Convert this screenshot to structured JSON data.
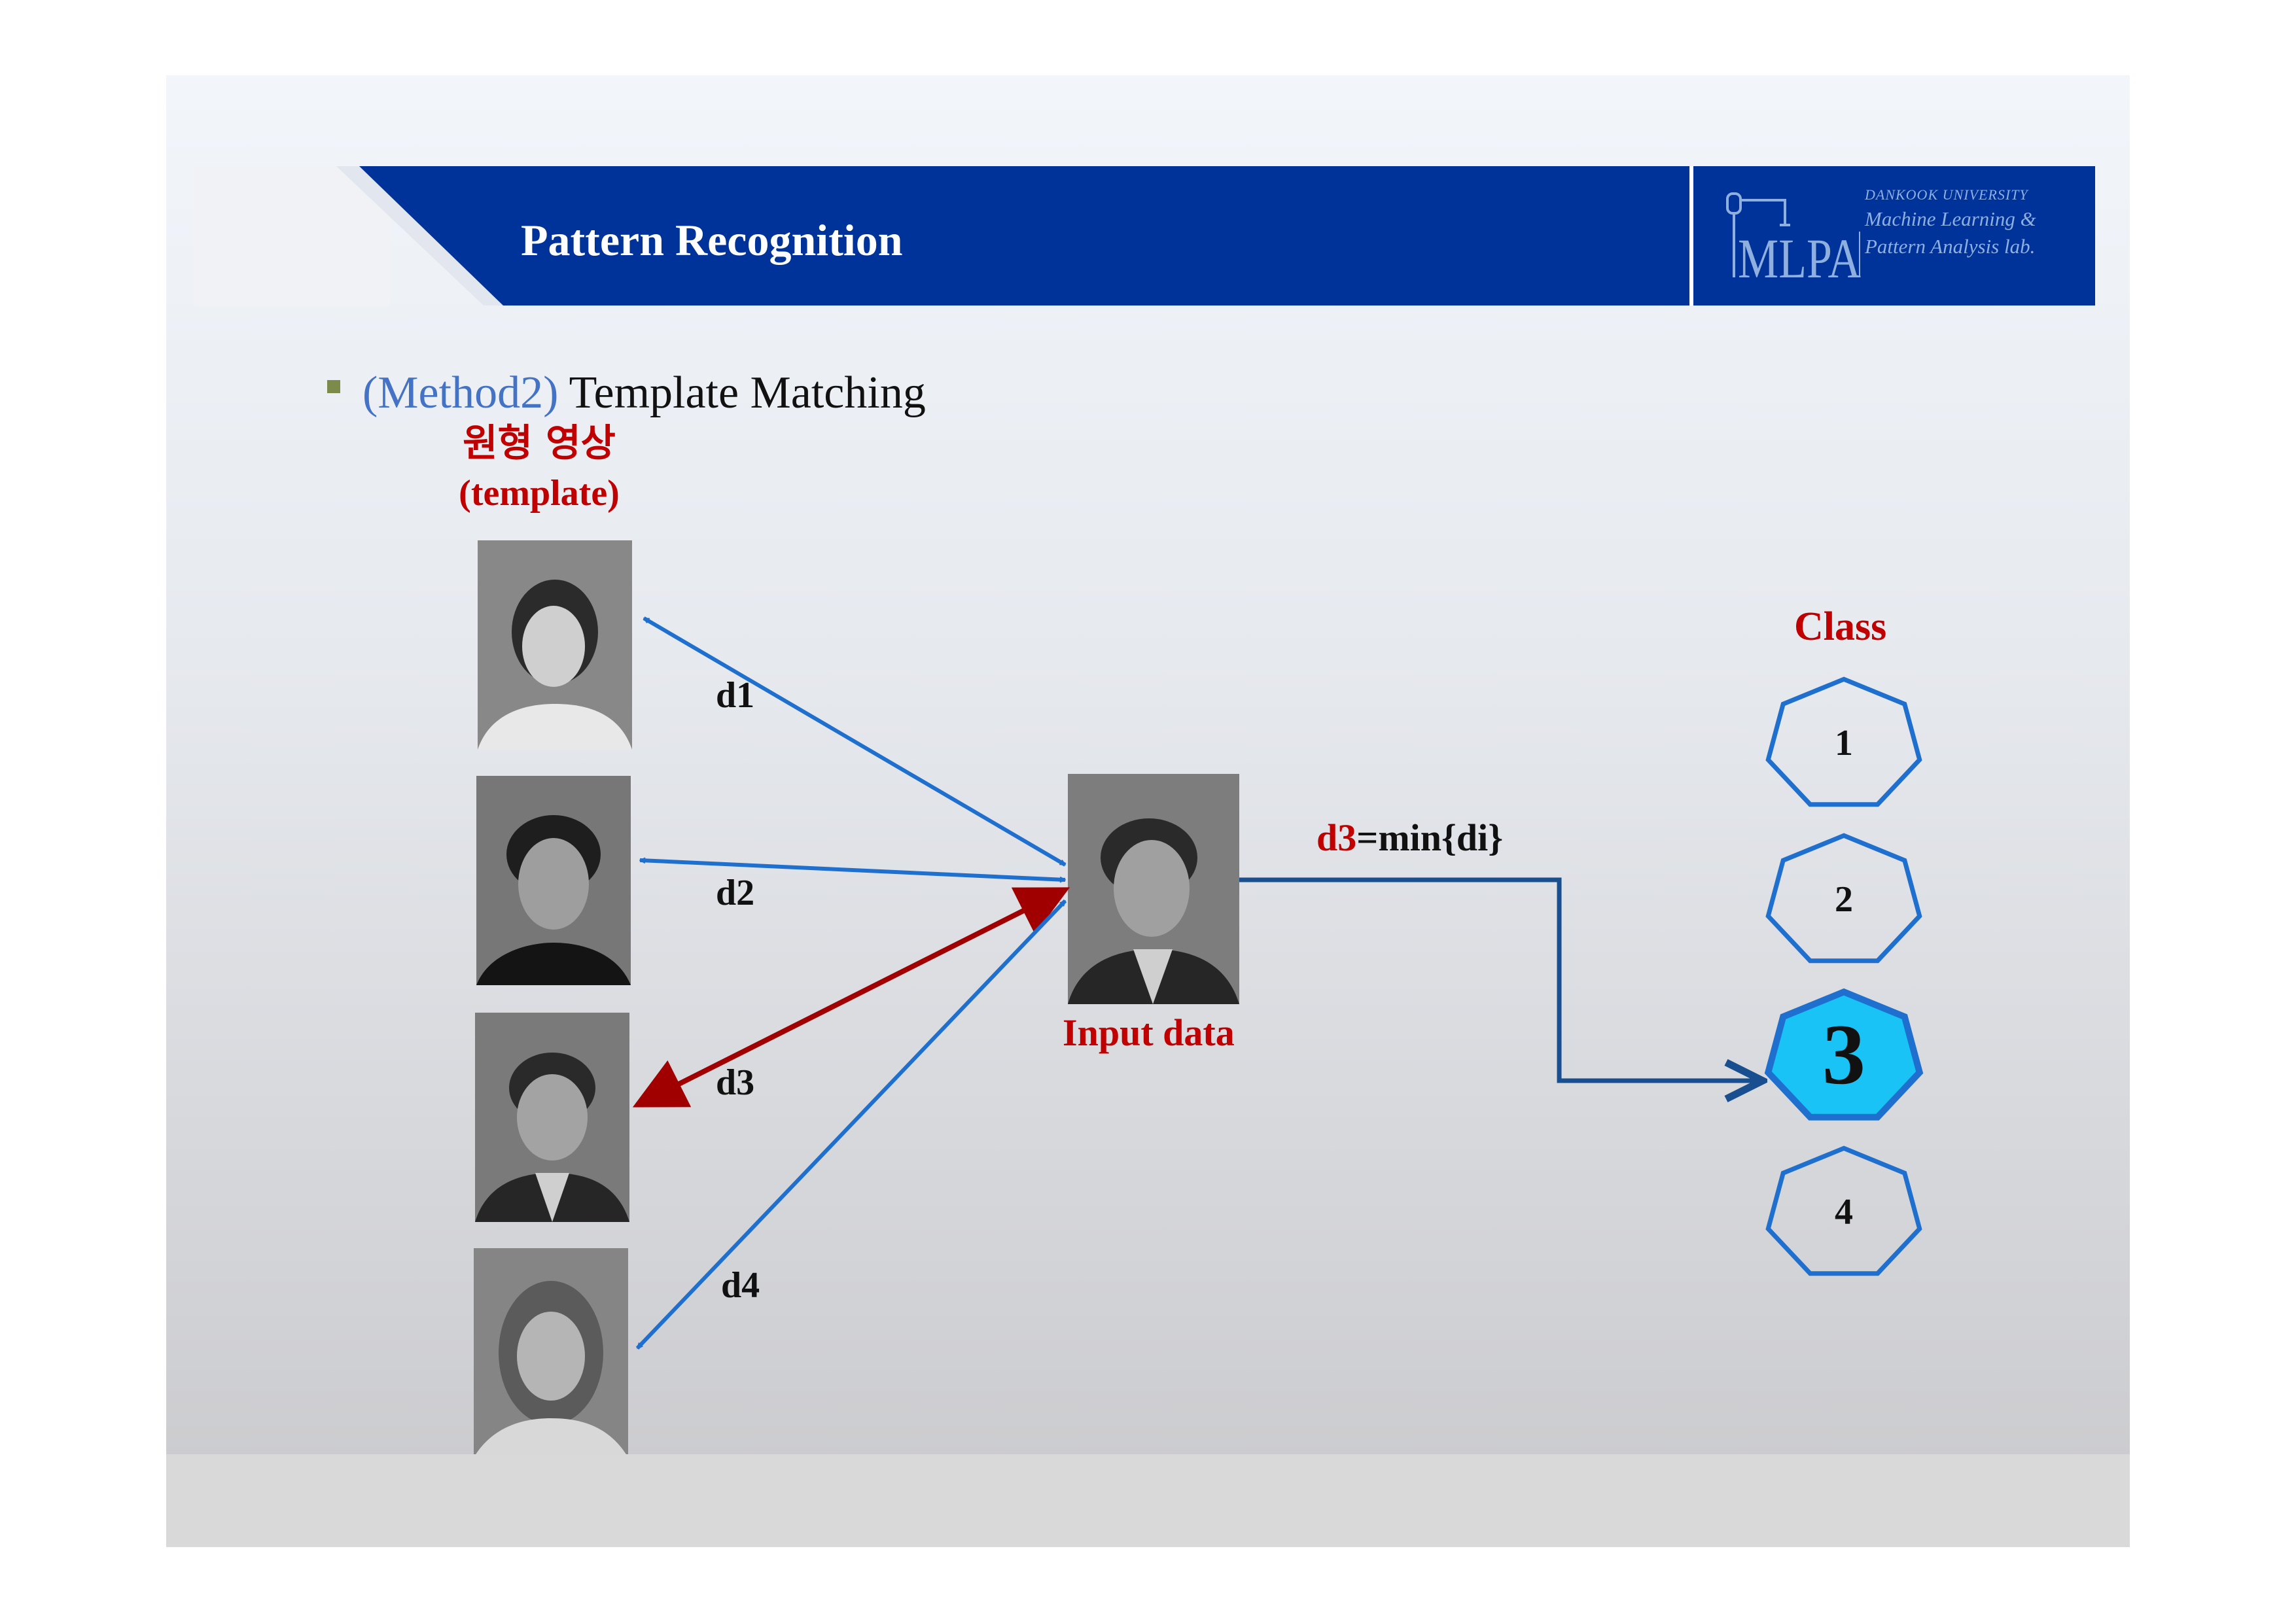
{
  "header": {
    "title": "Pattern Recognition",
    "logo_text": "MLPA",
    "logo_university": "DANKOOK UNIVERSITY",
    "logo_lab_line1": "Machine Learning &",
    "logo_lab_line2": "Pattern Analysis lab."
  },
  "heading": {
    "method": "(Method2)",
    "text": " Template Matching"
  },
  "template_label": {
    "korean": "원형 영상",
    "english": "(template)"
  },
  "distances": [
    "d1",
    "d2",
    "d3",
    "d4"
  ],
  "input_label": "Input data",
  "decision": {
    "winner": "d3",
    "rule": "=min{di}"
  },
  "classes": {
    "title": "Class",
    "items": [
      "1",
      "2",
      "3",
      "4"
    ],
    "selected": "3"
  },
  "colors": {
    "title_bar": "#00339a",
    "arrow_blue": "#1f6fcf",
    "arrow_red": "#a00000",
    "path_blue": "#1a4f8f",
    "class_outline": "#1f6fcf",
    "class_selected_fill": "#19c3f5",
    "label_red": "#c00000"
  }
}
